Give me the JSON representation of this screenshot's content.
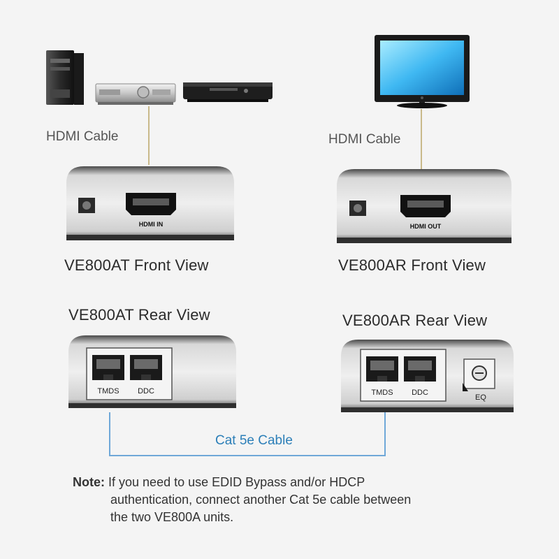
{
  "source_devices": {
    "icons": [
      "pc-tower-icon",
      "av-receiver-icon",
      "dvd-player-icon"
    ]
  },
  "display_device": {
    "icon": "flat-panel-monitor-icon"
  },
  "labels": {
    "hdmi_cable_left": "HDMI Cable",
    "hdmi_cable_right": "HDMI Cable",
    "at_front_view": "VE800AT Front View",
    "ar_front_view": "VE800AR Front View",
    "at_rear_view": "VE800AT Rear View",
    "ar_rear_view": "VE800AR Rear View",
    "cat5e_cable": "Cat 5e Cable"
  },
  "ports": {
    "at_front": "HDMI IN",
    "ar_front": "HDMI OUT",
    "at_rear_1": "TMDS",
    "at_rear_2": "DDC",
    "ar_rear_1": "TMDS",
    "ar_rear_2": "DDC",
    "ar_eq": "EQ"
  },
  "note": {
    "key": "Note:",
    "line1": "If you need to use EDID Bypass and/or HDCP",
    "line2": "authentication, connect another Cat 5e cable between",
    "line3": "the two VE800A units."
  },
  "colors": {
    "hdmi_line": "#c9b98a",
    "cat5e_line": "#6fa8d8",
    "cat5e_text": "#2c7fb8",
    "device_dark": "#1f1f1f",
    "panel_light": "#dcdcdc"
  }
}
